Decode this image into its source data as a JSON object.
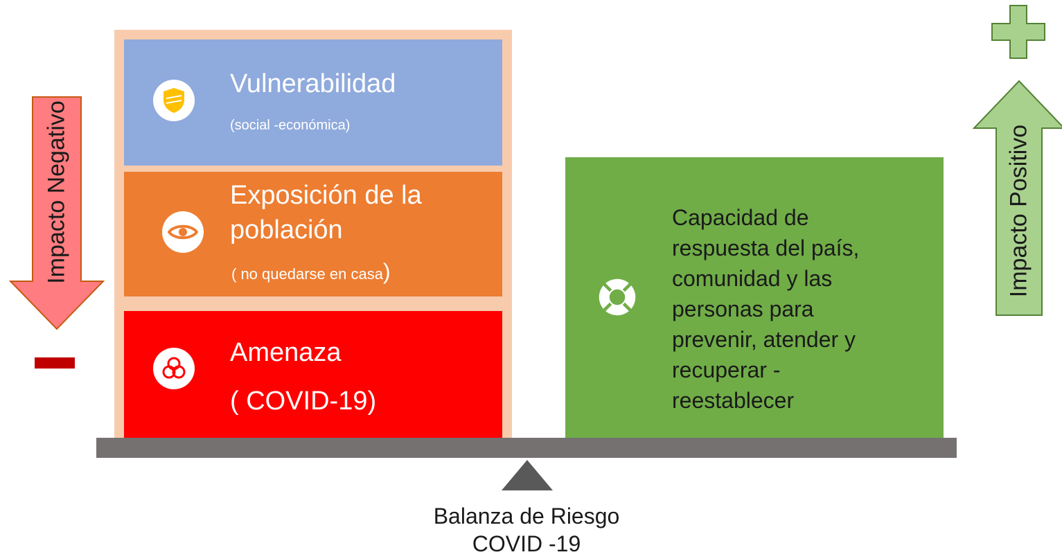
{
  "diagram": {
    "caption_line1": "Balanza de Riesgo",
    "caption_line2": "COVID -19"
  },
  "negative_side": {
    "arrow_label": "Impacto Negativo",
    "sign": "−",
    "arrow_color": "#ff7c80",
    "blocks": [
      {
        "title": "Vulnerabilidad",
        "subtitle": "(social -económica)",
        "icon": "shield-icon",
        "color": "#8faadc"
      },
      {
        "title_line1": "Exposición de la",
        "title_line2": "población",
        "subtitle": "( no quedarse en casa",
        "subtitle_close": ")",
        "icon": "eye-icon",
        "color": "#ed7d31"
      },
      {
        "title_line1": "Amenaza",
        "title_line2": "( COVID-19)",
        "icon": "biohazard-icon",
        "color": "#ff0000"
      }
    ]
  },
  "positive_side": {
    "arrow_label": "Impacto  Positivo",
    "sign": "+",
    "arrow_color": "#a9d18e",
    "block": {
      "lines": [
        "Capacidad de",
        "respuesta del país,",
        "comunidad y las",
        "personas para",
        "prevenir, atender y",
        "recuperar -",
        "reestablecer"
      ],
      "icon": "lifebuoy-icon",
      "color": "#70ad47"
    }
  }
}
